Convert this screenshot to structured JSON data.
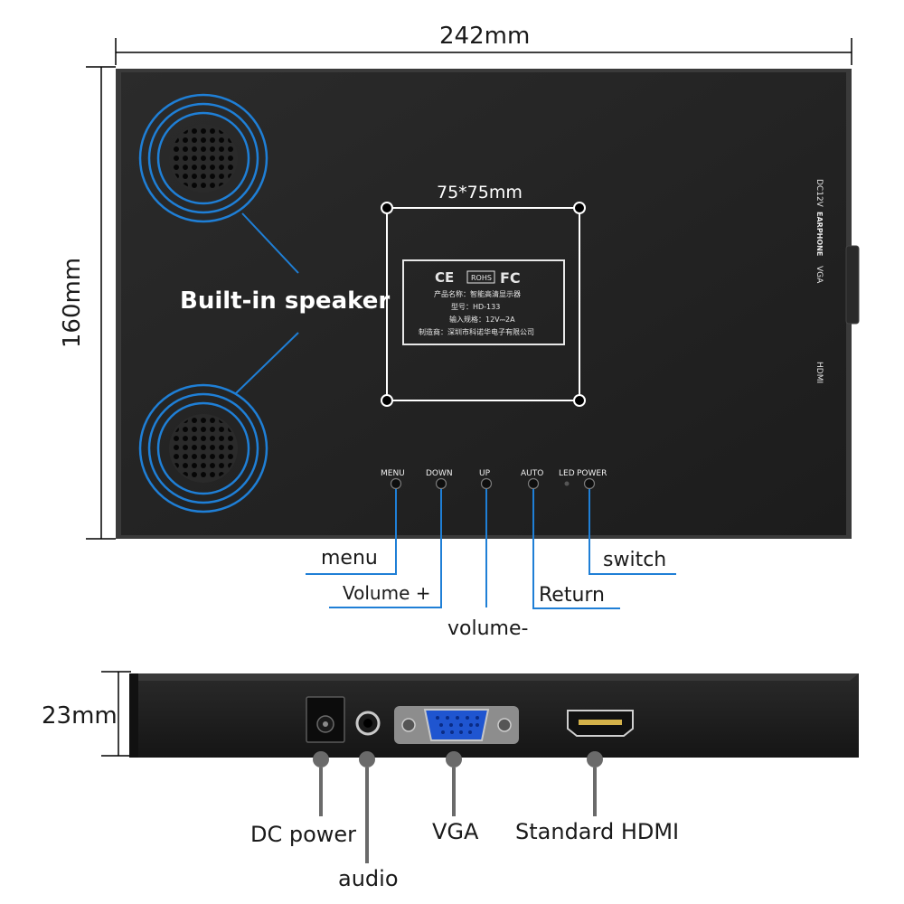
{
  "dimensions": {
    "width": "242mm",
    "height": "160mm",
    "depth": "23mm",
    "vesa": "75*75mm"
  },
  "speaker_label": "Built-in speaker",
  "label_plate": {
    "ce": "CE",
    "rohs": "ROHS",
    "fc": "FC",
    "line1": "产品名称：智能高清显示器",
    "line2": "型号：HD-133",
    "line3": "输入规格：12V⎓2A",
    "line4": "制造商：深圳市科诺华电子有限公司"
  },
  "side_ports": {
    "dc": "DC12V",
    "earphone": "EARPHONE",
    "vga": "VGA",
    "hdmi": "HDMI"
  },
  "buttons": [
    {
      "id": "menu",
      "label": "MENU",
      "function": "menu"
    },
    {
      "id": "down",
      "label": "DOWN",
      "function": "Volume +"
    },
    {
      "id": "up",
      "label": "UP",
      "function": "volume-"
    },
    {
      "id": "auto",
      "label": "AUTO",
      "function": "Return"
    },
    {
      "id": "led",
      "label": "LED"
    },
    {
      "id": "power",
      "label": "POWER",
      "function": "switch"
    }
  ],
  "bottom_ports": [
    {
      "id": "dc",
      "label": "DC power"
    },
    {
      "id": "audio",
      "label": "audio"
    },
    {
      "id": "vga",
      "label": "VGA"
    },
    {
      "id": "hdmi",
      "label": "Standard HDMI"
    }
  ],
  "colors": {
    "panel": "#232323",
    "accent_blue": "#1f7fd6",
    "dim_line": "#000000",
    "leader_gray": "#777777"
  }
}
